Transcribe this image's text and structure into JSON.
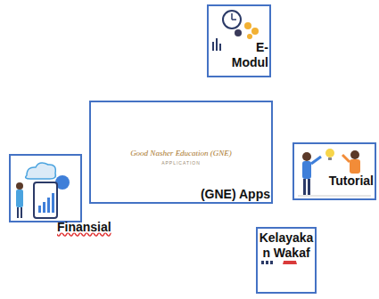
{
  "diagram": {
    "nodes": [
      {
        "text": [
          "E-Modul"
        ]
      },
      {
        "text": [
          "Good Nasher Education (GNE)",
          "APPLICATION",
          "(GNE) Apps"
        ]
      },
      {
        "text": [
          "Tutorial"
        ]
      },
      {
        "text": [
          "Finansial"
        ]
      },
      {
        "text": [
          "Kelayakan Wakaf"
        ]
      }
    ]
  }
}
